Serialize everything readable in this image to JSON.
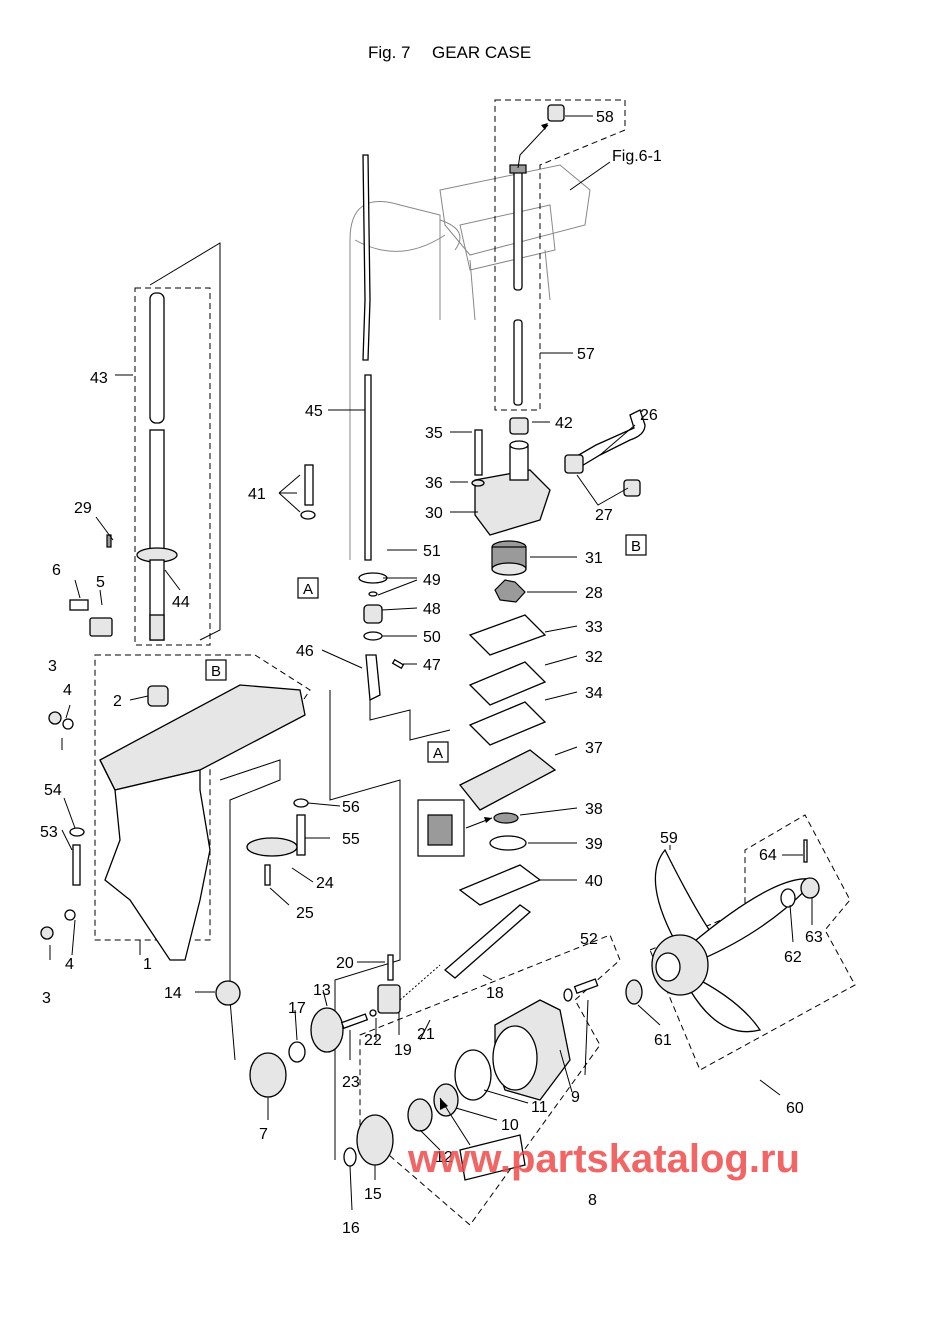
{
  "figure": {
    "number": "Fig. 7",
    "title": "GEAR CASE"
  },
  "refs": {
    "a_upper": "A",
    "a_lower": "A",
    "b_case": "B",
    "b_pump": "B"
  },
  "callouts": {
    "c1": "1",
    "c2": "2",
    "c3_upper": "3",
    "c3_lower": "3",
    "c4_upper": "4",
    "c4_lower": "4",
    "c5": "5",
    "c6": "6",
    "c7": "7",
    "c8": "8",
    "c9": "9",
    "c10": "10",
    "c11": "11",
    "c12": "12",
    "c13": "13",
    "c14": "14",
    "c15": "15",
    "c16": "16",
    "c17": "17",
    "c18": "18",
    "c19": "19",
    "c20": "20",
    "c21": "21",
    "c22": "22",
    "c23": "23",
    "c24": "24",
    "c25": "25",
    "c26": "26",
    "c27": "27",
    "c28": "28",
    "c29": "29",
    "c30": "30",
    "c31": "31",
    "c32": "32",
    "c33": "33",
    "c34": "34",
    "c35": "35",
    "c36": "36",
    "c37": "37",
    "c38": "38",
    "c39": "39",
    "c40": "40",
    "c41": "41",
    "c42": "42",
    "c43": "43",
    "c44": "44",
    "c45": "45",
    "c46": "46",
    "c47": "47",
    "c48": "48",
    "c49": "49",
    "c50": "50",
    "c51": "51",
    "c52": "52",
    "c53": "53",
    "c54": "54",
    "c55": "55",
    "c56": "56",
    "c57": "57",
    "c58": "58",
    "c59": "59",
    "c60": "60",
    "c61": "61",
    "c62": "62",
    "c63": "63",
    "c64": "64",
    "fig_ref": "Fig.6-1"
  },
  "watermark": "www.partskatalog.ru"
}
